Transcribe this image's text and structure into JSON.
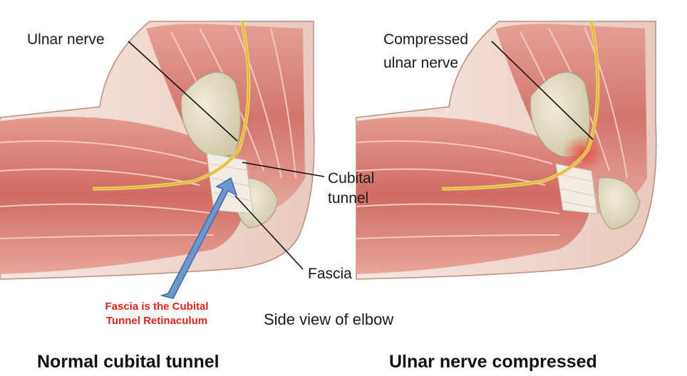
{
  "left_panel": {
    "ulnar_nerve_label": "Ulnar nerve",
    "cubital_tunnel_label_line1": "Cubital",
    "cubital_tunnel_label_line2": "tunnel",
    "fascia_label": "Fascia",
    "caption": "Normal cubital tunnel"
  },
  "right_panel": {
    "compressed_label_line1": "Compressed",
    "compressed_label_line2": "ulnar nerve",
    "caption": "Ulnar nerve compressed"
  },
  "annotation": {
    "line1": "Fascia is the Cubital",
    "line2": "Tunnel Retinaculum",
    "color": "#e0251b",
    "arrow_color": "#6f97cf"
  },
  "center_caption": "Side view of elbow",
  "colors": {
    "muscle": "#d97a70",
    "muscle_dark": "#c15a52",
    "skin": "#f2dcd2",
    "bone": "#e3dcc4",
    "nerve": "#f0d36a",
    "tendon": "#f4eee6"
  }
}
